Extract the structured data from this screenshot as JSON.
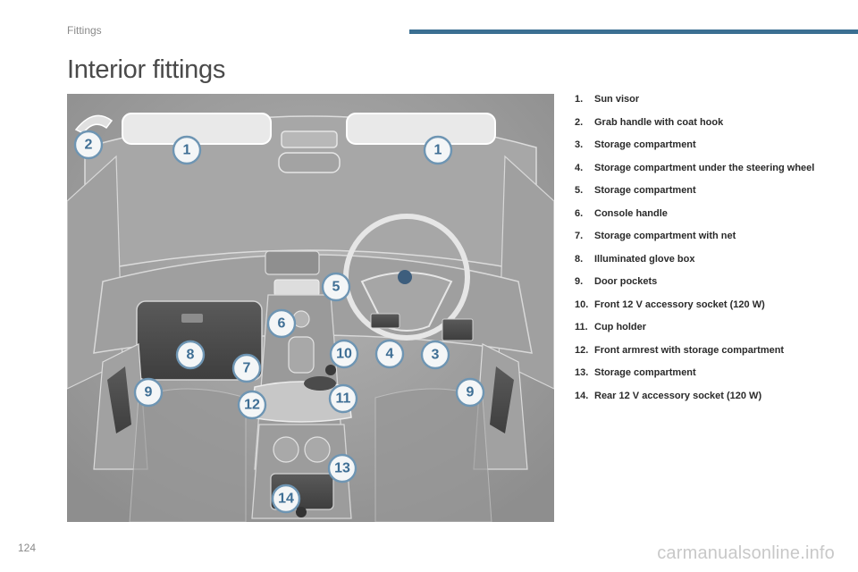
{
  "header": {
    "section": "Fittings",
    "title": "Interior fittings",
    "accent_color": "#3b6f92"
  },
  "callouts": [
    "2",
    "1",
    "1",
    "5",
    "6",
    "8",
    "7",
    "10",
    "4",
    "3",
    "9",
    "12",
    "11",
    "9",
    "13",
    "14"
  ],
  "legend": [
    {
      "num": "1.",
      "text": "Sun visor"
    },
    {
      "num": "2.",
      "text": "Grab handle with coat hook"
    },
    {
      "num": "3.",
      "text": "Storage compartment"
    },
    {
      "num": "4.",
      "text": "Storage compartment under the steering wheel"
    },
    {
      "num": "5.",
      "text": "Storage compartment"
    },
    {
      "num": "6.",
      "text": "Console handle"
    },
    {
      "num": "7.",
      "text": "Storage compartment with net"
    },
    {
      "num": "8.",
      "text": "Illuminated glove box"
    },
    {
      "num": "9.",
      "text": "Door pockets"
    },
    {
      "num": "10.",
      "text": "Front 12 V accessory socket (120 W)"
    },
    {
      "num": "11.",
      "text": "Cup holder"
    },
    {
      "num": "12.",
      "text": "Front armrest with storage compartment"
    },
    {
      "num": "13.",
      "text": "Storage compartment"
    },
    {
      "num": "14.",
      "text": "Rear 12 V accessory socket (120 W)"
    }
  ],
  "footer": {
    "page_number": "124",
    "watermark": "carmanualsonline.info"
  }
}
